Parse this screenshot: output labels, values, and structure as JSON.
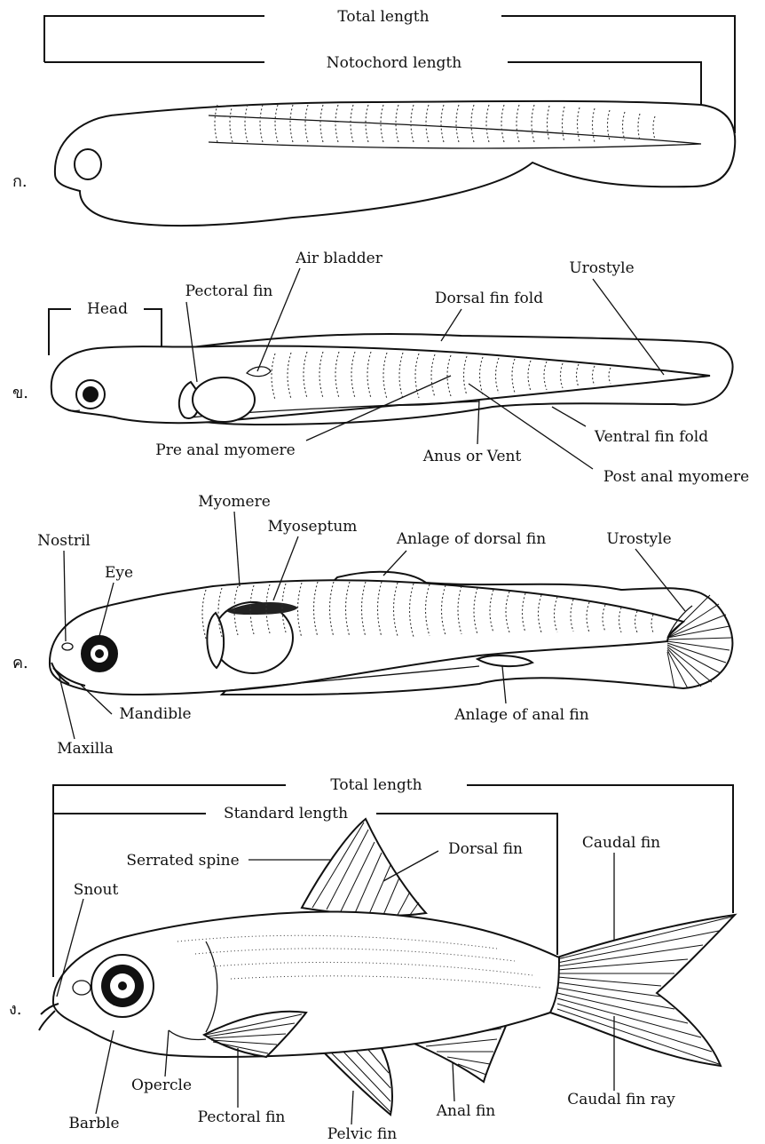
{
  "panels": [
    {
      "marker": "ก.",
      "labels": {
        "total_length": "Total  length",
        "notochord_length": "Notochord  length"
      }
    },
    {
      "marker": "ข.",
      "labels": {
        "head": "Head",
        "pectoral_fin": "Pectoral fin",
        "air_bladder": "Air bladder",
        "dorsal_fin_fold": "Dorsal fin fold",
        "urostyle": "Urostyle",
        "pre_anal_myomere": "Pre anal myomere",
        "anus_or_vent": "Anus or Vent",
        "ventral_fin_fold": "Ventral fin fold",
        "post_anal_myomere": "Post anal myomere"
      }
    },
    {
      "marker": "ค.",
      "labels": {
        "myomere": "Myomere",
        "myoseptum": "Myoseptum",
        "anlage_dorsal_fin": "Anlage of dorsal fin",
        "urostyle": "Urostyle",
        "nostril": "Nostril",
        "eye": "Eye",
        "mandible": "Mandible",
        "maxilla": "Maxilla",
        "anlage_anal_fin": "Anlage of anal fin"
      }
    },
    {
      "marker": "ง.",
      "labels": {
        "total_length": "Total  length",
        "standard_length": "Standard length",
        "serrated_spine": "Serrated spine",
        "dorsal_fin": "Dorsal fin",
        "caudal_fin": "Caudal fin",
        "snout": "Snout",
        "opercle": "Opercle",
        "barble": "Barble",
        "pectoral_fin": "Pectoral fin",
        "pelvic_fin": "Pelvic fin",
        "anal_fin": "Anal fin",
        "caudal_fin_ray": "Caudal fin ray"
      }
    }
  ]
}
